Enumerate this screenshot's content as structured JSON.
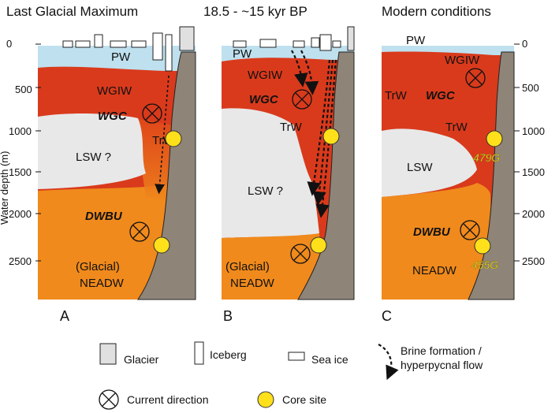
{
  "panels": [
    {
      "letter": "A",
      "title": "Last Glacial Maximum",
      "labels": {
        "pw": "PW",
        "wgiw": "WGIW",
        "wgc": "WGC",
        "trw": "TrW",
        "lsw": "LSW ?",
        "dwbu": "DWBU",
        "neadw1": "(Glacial)",
        "neadw2": "NEADW"
      }
    },
    {
      "letter": "B",
      "title": "18.5 - ~15 kyr BP",
      "labels": {
        "pw": "PW",
        "wgiw": "WGIW",
        "wgc": "WGC",
        "trw": "TrW",
        "lsw": "LSW ?",
        "neadw1": "(Glacial)",
        "neadw2": "NEADW"
      }
    },
    {
      "letter": "C",
      "title": "Modern conditions",
      "labels": {
        "pw": "PW",
        "wgiw": "WGIW",
        "trw1": "TrW",
        "wgc": "WGC",
        "trw2": "TrW",
        "lsw": "LSW",
        "dwbu": "DWBU",
        "neadw": "NEADW",
        "core1": "479G",
        "core2": "455G"
      }
    }
  ],
  "axis": {
    "ylabel": "Water depth (m)",
    "ticks": [
      "0",
      "500",
      "1000",
      "1500",
      "2000",
      "2500"
    ]
  },
  "legend": {
    "glacier": "Glacier",
    "iceberg": "Iceberg",
    "sea_ice": "Sea ice",
    "brine_1": "Brine formation /",
    "brine_2": "hyperpycnal flow",
    "current": "Current direction",
    "core": "Core site"
  },
  "colors": {
    "pw": "#bfe0ee",
    "red": "#d93a1c",
    "orange": "#f08a1c",
    "lsw": "#e8e8e8",
    "slope": "#8f8478",
    "core": "#ffe01a"
  }
}
